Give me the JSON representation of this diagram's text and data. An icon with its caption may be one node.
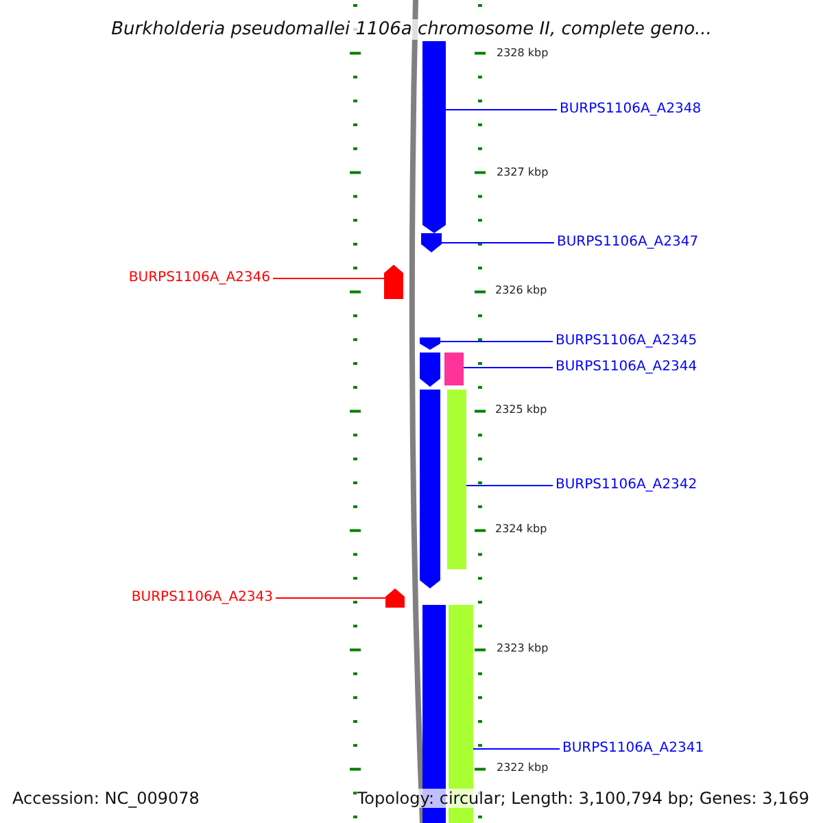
{
  "diagram": {
    "title": "Burkholderia pseudomallei 1106a chromosome II, complete geno...",
    "nodes": [
      {
        "text": [],
        "shape": "arrow"
      },
      {
        "text": [
          "BURPS1106A_A2348"
        ]
      },
      {
        "text": [],
        "shape": "arrow"
      },
      {
        "text": [
          "BURPS1106A_A2347"
        ]
      },
      {
        "text": [],
        "shape": "arrow"
      },
      {
        "text": [
          "BURPS1106A_A2346"
        ]
      },
      {
        "text": [],
        "shape": "arrow"
      },
      {
        "text": [
          "BURPS1106A_A2345"
        ]
      },
      {
        "text": [],
        "shape": "arrow"
      },
      {
        "text": [],
        "shape": "bar"
      },
      {
        "text": [
          "BURPS1106A_A2344"
        ]
      },
      {
        "text": [],
        "shape": "arrow"
      },
      {
        "text": [],
        "shape": "bar"
      },
      {
        "text": [
          "BURPS1106A_A2342"
        ]
      },
      {
        "text": [],
        "shape": "arrow"
      },
      {
        "text": [
          "BURPS1106A_A2343"
        ]
      },
      {
        "text": [],
        "shape": "bar"
      },
      {
        "text": [],
        "shape": "bar"
      },
      {
        "text": [
          "BURPS1106A_A2341"
        ]
      }
    ],
    "edges": [
      {
        "from": 1,
        "to": 0,
        "arrow": "none"
      },
      {
        "from": 3,
        "to": 2,
        "arrow": "none"
      },
      {
        "from": 5,
        "to": 4,
        "arrow": "none",
        "color": "#ff0000"
      },
      {
        "from": 7,
        "to": 6,
        "arrow": "none"
      },
      {
        "from": 10,
        "to": 9,
        "arrow": "none"
      },
      {
        "from": 13,
        "to": 12,
        "arrow": "none"
      },
      {
        "from": 15,
        "to": 14,
        "arrow": "none",
        "color": "#ff0000"
      },
      {
        "from": 18,
        "to": 17,
        "arrow": "none"
      }
    ],
    "labels": [
      "2328 kbp",
      "2327 kbp",
      "2326 kbp",
      "2325 kbp",
      "2324 kbp",
      "2323 kbp",
      "2322 kbp",
      "Accession: NC_009078",
      "Topology: circular; Length: 3,100,794 bp; Genes: 3,169"
    ]
  }
}
